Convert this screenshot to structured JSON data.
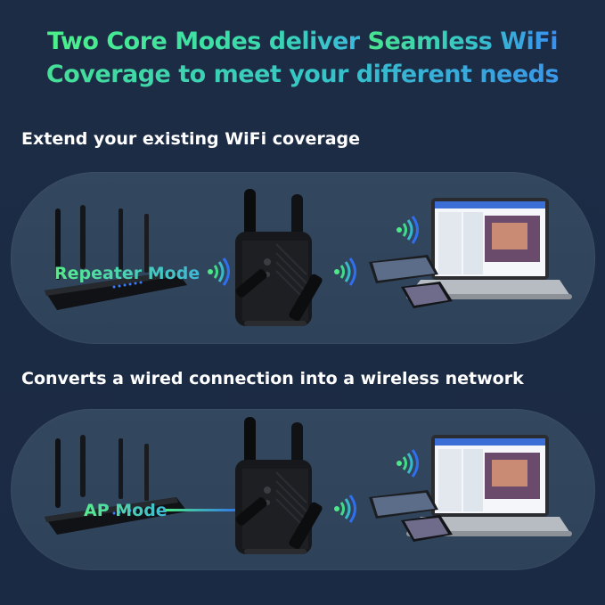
{
  "headline": {
    "line1_a": "Two Core Modes deliver ",
    "line1_b": "Seamless WiFi",
    "line2": "Coverage to meet your different needs"
  },
  "sections": [
    {
      "title": "Extend your existing WiFi coverage",
      "mode_label": "Repeater Mode"
    },
    {
      "title": "Converts a wired connection into a wireless network",
      "mode_label": "AP Mode"
    }
  ],
  "icons": [
    "router-icon",
    "wifi-signal-icon",
    "extender-icon",
    "laptop-icon",
    "tablet-icon",
    "phone-icon"
  ],
  "colors": {
    "background": "#1d2c45",
    "panel": "#31455d",
    "accent_green": "#4cf08a",
    "accent_blue": "#3a8ff0",
    "wifi_blue": "#2f6ff0"
  }
}
